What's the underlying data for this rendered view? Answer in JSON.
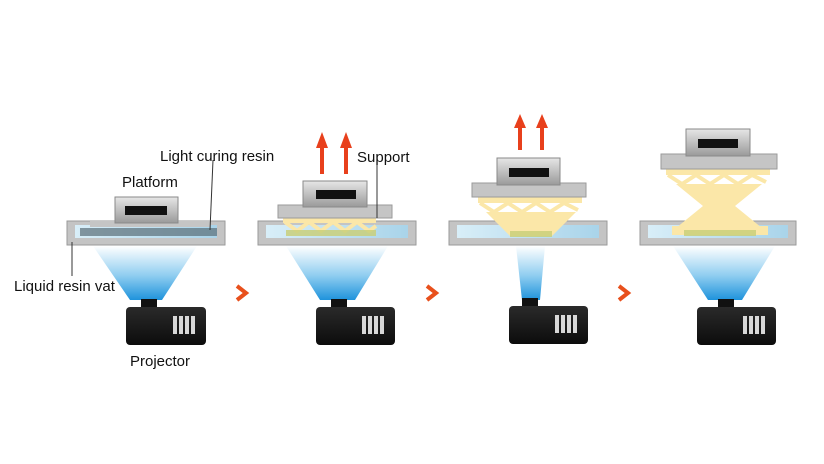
{
  "labels": {
    "light_curing_resin": "Light curing resin",
    "platform": "Platform",
    "support": "Support",
    "liquid_resin_vat": "Liquid resin vat",
    "projector": "Projector"
  },
  "colors": {
    "arrow_red": "#e8401c",
    "chevron_orange": "#e8501c",
    "vat_grey": "#c9c9c9",
    "resin_blue": "#bfe0f0",
    "beam_blue": "#3aa3e0",
    "print_yellow": "#fbe7a8",
    "projector_black": "#1b1b1b"
  },
  "icons": [
    "arrow-up-icon",
    "chevron-right-icon",
    "projector-icon"
  ]
}
